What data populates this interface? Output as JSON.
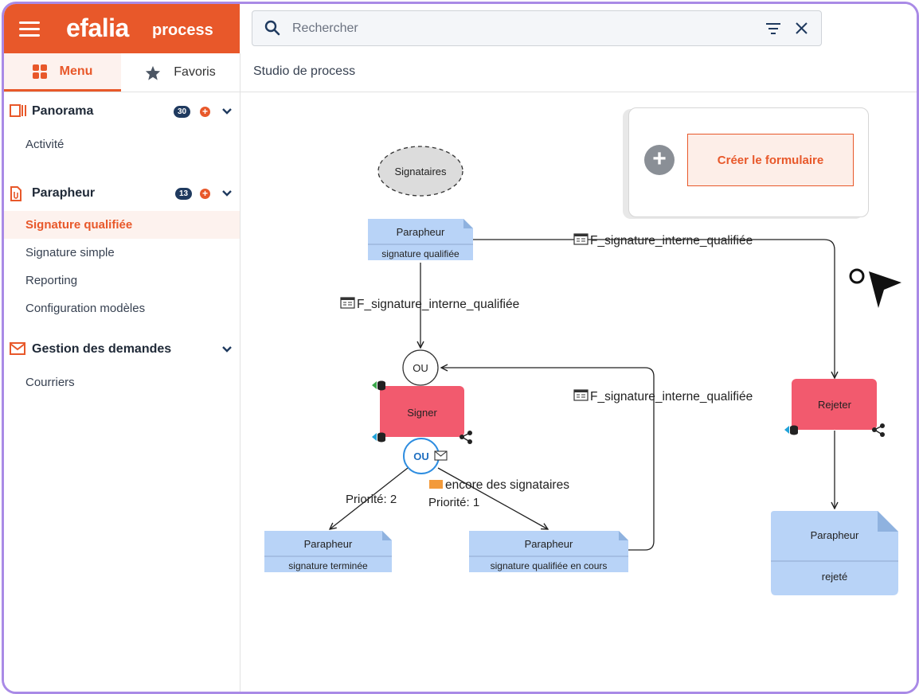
{
  "brand": {
    "logo": "efalia",
    "product": "process"
  },
  "search": {
    "placeholder": "Rechercher"
  },
  "tabs": {
    "menu": "Menu",
    "favorites": "Favoris"
  },
  "sidebar": {
    "sections": [
      {
        "title": "Panorama",
        "badge": "30",
        "items": [
          "Activité"
        ]
      },
      {
        "title": "Parapheur",
        "badge": "13",
        "items": [
          "Signature qualifiée",
          "Signature simple",
          "Reporting",
          "Configuration modèles"
        ]
      },
      {
        "title": "Gestion des demandes",
        "items": [
          "Courriers"
        ]
      }
    ],
    "active_item": "Signature qualifiée"
  },
  "breadcrumb": "Studio de process",
  "form_card": {
    "button": "Créer le formulaire"
  },
  "diagram": {
    "start": "Signataires",
    "doc_top": {
      "title": "Parapheur",
      "sub": "signature qualifiée"
    },
    "edge_form_label": "F_signature_interne_qualifiée",
    "gateway_top": "OU",
    "task_sign": "Signer",
    "gateway_bottom": "OU",
    "cond_label": "encore des signataires",
    "priority_left": "Priorité: 2",
    "priority_right": "Priorité: 1",
    "doc_done": {
      "title": "Parapheur",
      "sub": "signature terminée"
    },
    "doc_progress": {
      "title": "Parapheur",
      "sub": "signature qualifiée en cours"
    },
    "task_reject": "Rejeter",
    "doc_rejected": {
      "title": "Parapheur",
      "sub": "rejeté"
    }
  },
  "colors": {
    "accent": "#e8582a",
    "task": "#f25a6e",
    "doc": "#b8d3f7",
    "frame": "#a98ae6"
  }
}
